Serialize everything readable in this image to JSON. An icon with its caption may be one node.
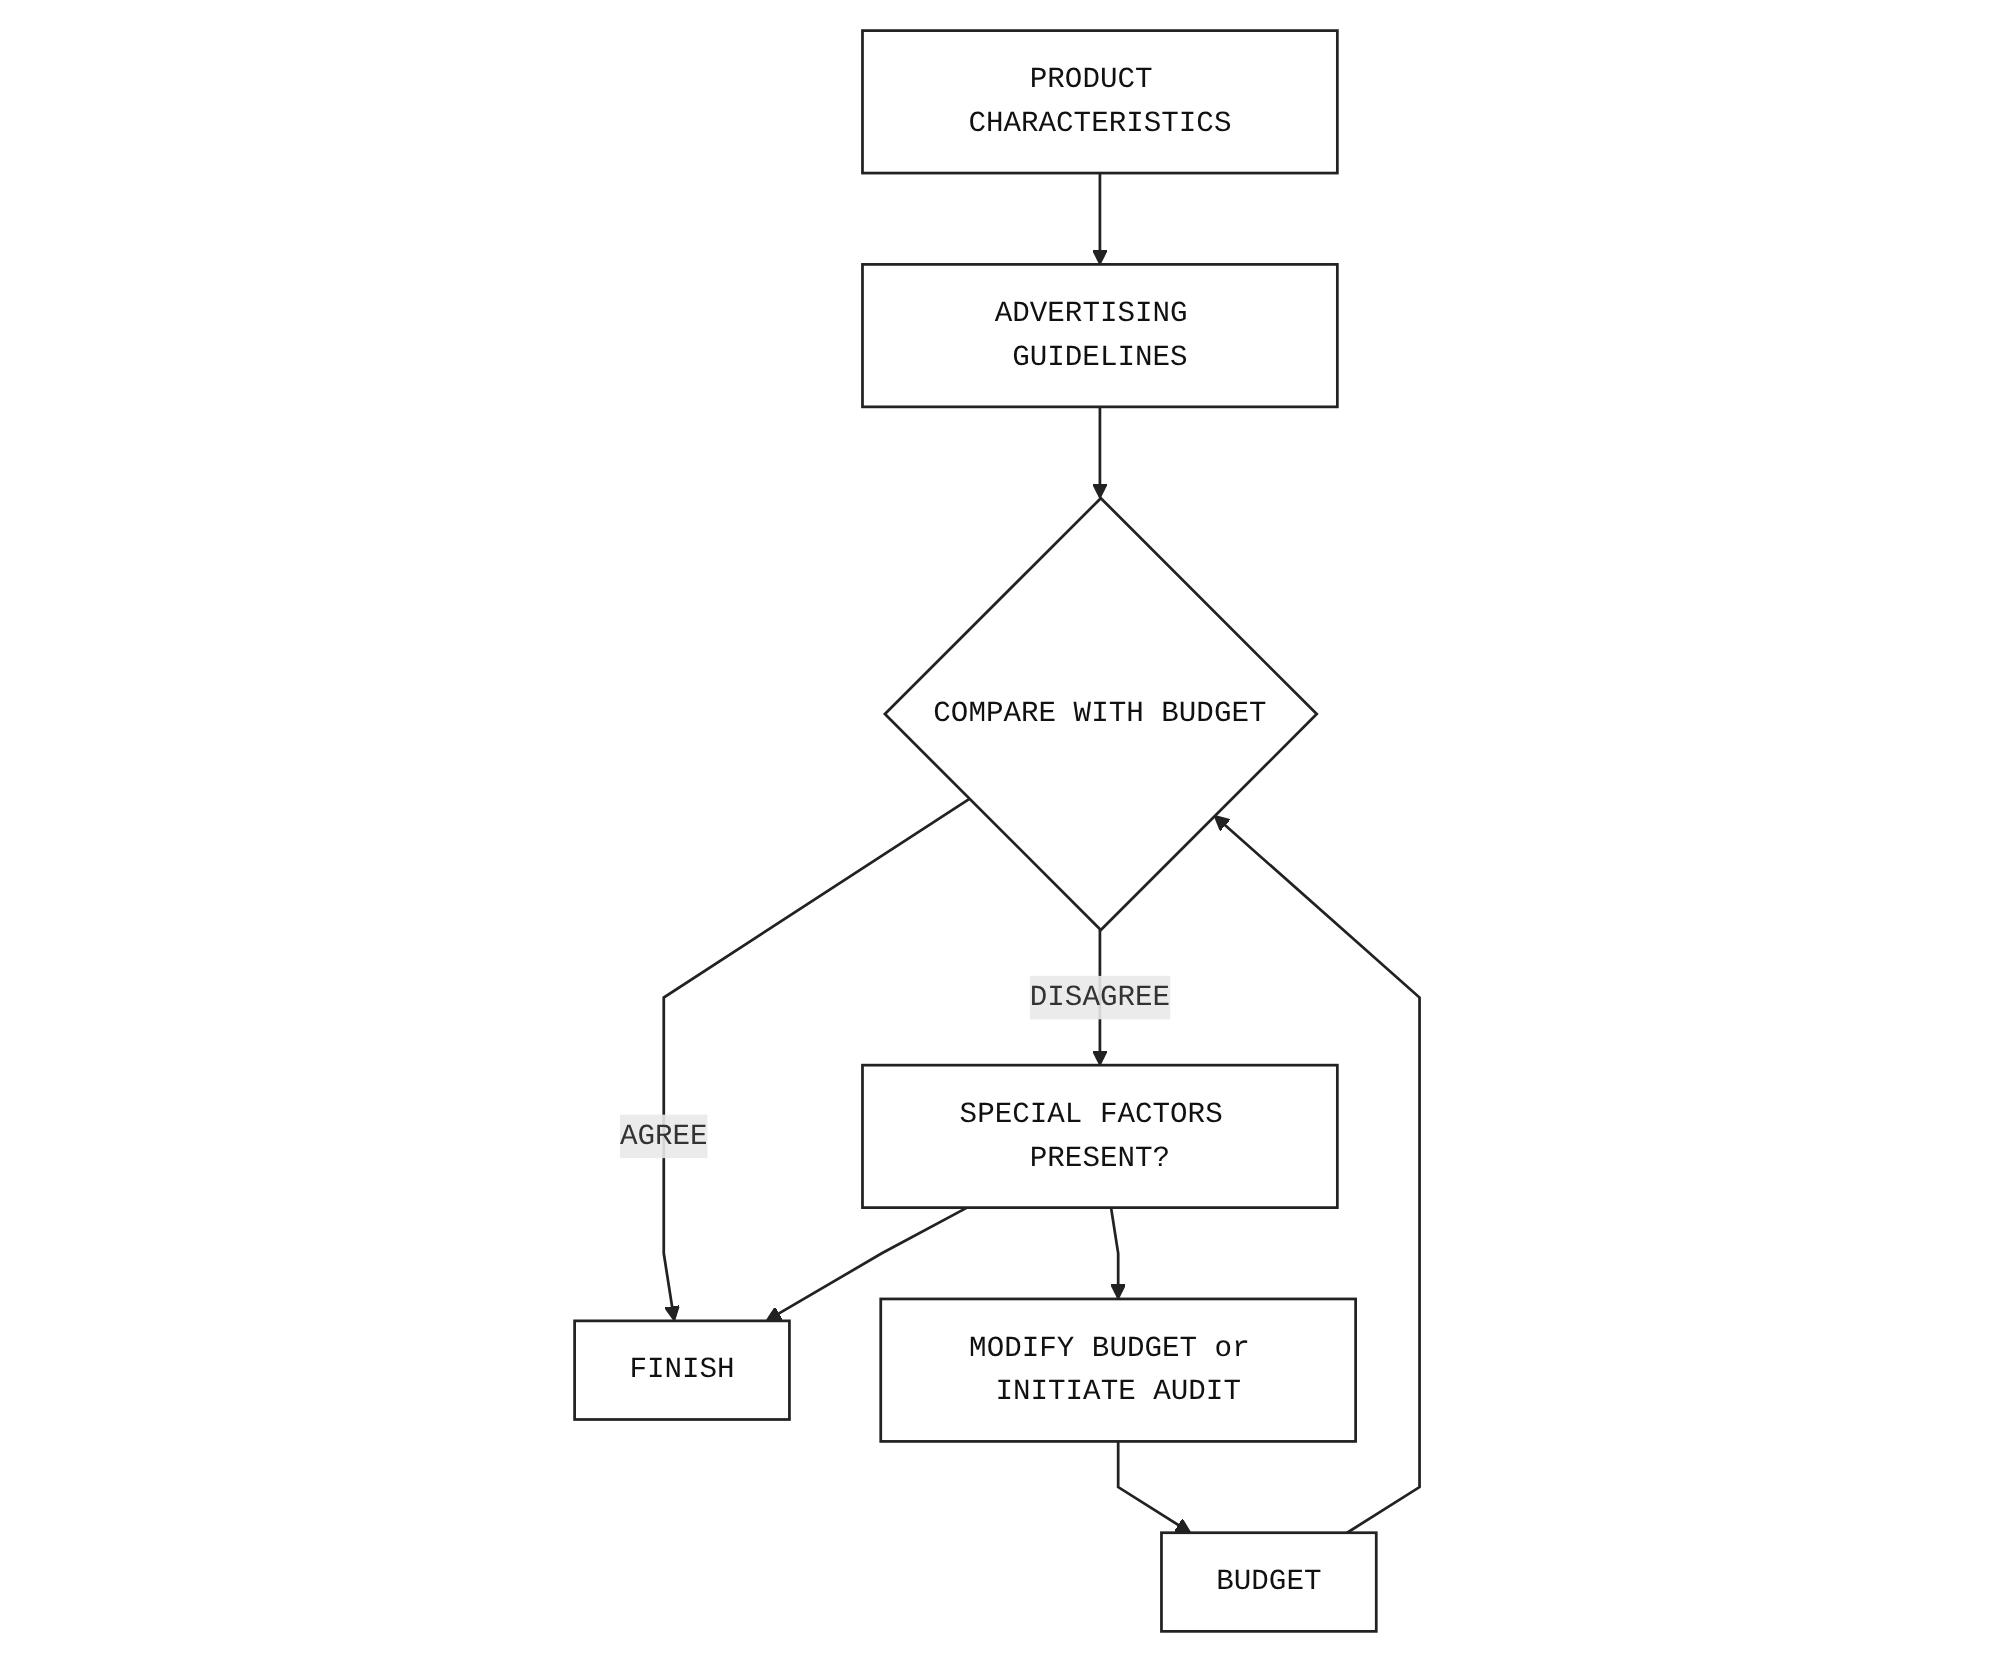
{
  "diagram": {
    "nodes": [
      {
        "text": [
          "PRODUCT CHARACTERISTICS"
        ]
      },
      {
        "text": [
          "ADVERTISING GUIDELINES"
        ]
      },
      {
        "text": [
          "COMPARE WITH BUDGET"
        ]
      },
      {
        "text": [
          "BUDGET"
        ]
      },
      {
        "text": [
          "FINISH"
        ]
      },
      {
        "text": [
          "SPECIAL FACTORS PRESENT?"
        ]
      },
      {
        "text": [
          "MODIFY BUDGET or INITIATE AUDIT"
        ]
      }
    ],
    "edges": [
      {
        "from": 0,
        "to": 1,
        "arrow": "to"
      },
      {
        "from": 1,
        "to": 2,
        "arrow": "to"
      },
      {
        "from": 3,
        "to": 2,
        "arrow": "to"
      },
      {
        "from": 2,
        "to": 4,
        "arrow": "to",
        "label": "AGREE"
      },
      {
        "from": 2,
        "to": 5,
        "arrow": "to",
        "label": "DISAGREE"
      },
      {
        "from": 5,
        "to": 4,
        "arrow": "to"
      },
      {
        "from": 5,
        "to": 6,
        "arrow": "to"
      },
      {
        "from": 6,
        "to": 3,
        "arrow": "to"
      }
    ]
  }
}
